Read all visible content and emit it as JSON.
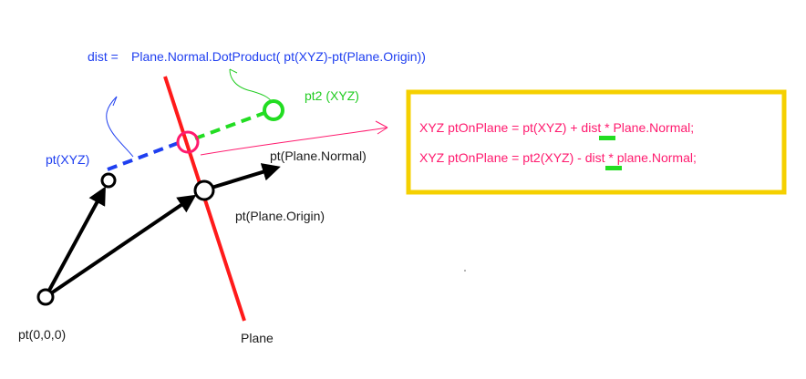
{
  "colors": {
    "plane": "#ff1a1a",
    "blue": "#1f3ff0",
    "green": "#22dd22",
    "pink": "#ff1a6e",
    "black": "#000000",
    "box_border": "#f5d000"
  },
  "formula": {
    "dist_label": "dist = ",
    "expression": "Plane.Normal.DotProduct(  pt(XYZ)-pt(Plane.Origin))"
  },
  "labels": {
    "pt2": "pt2 (XYZ)",
    "pt_xyz": "pt(XYZ)",
    "plane_normal": "pt(Plane.Normal)",
    "plane_origin": "pt(Plane.Origin)",
    "origin": "pt(0,0,0)",
    "plane": "Plane"
  },
  "code_box": {
    "line1": {
      "prefix": "XYZ ptOnPlane = pt(XYZ) ",
      "operator": "+",
      "suffix": " dist * Plane.Normal;"
    },
    "line2": {
      "prefix": "XYZ ptOnPlane = pt2(XYZ) ",
      "operator": "-",
      "suffix": " dist * plane.Normal;"
    }
  }
}
